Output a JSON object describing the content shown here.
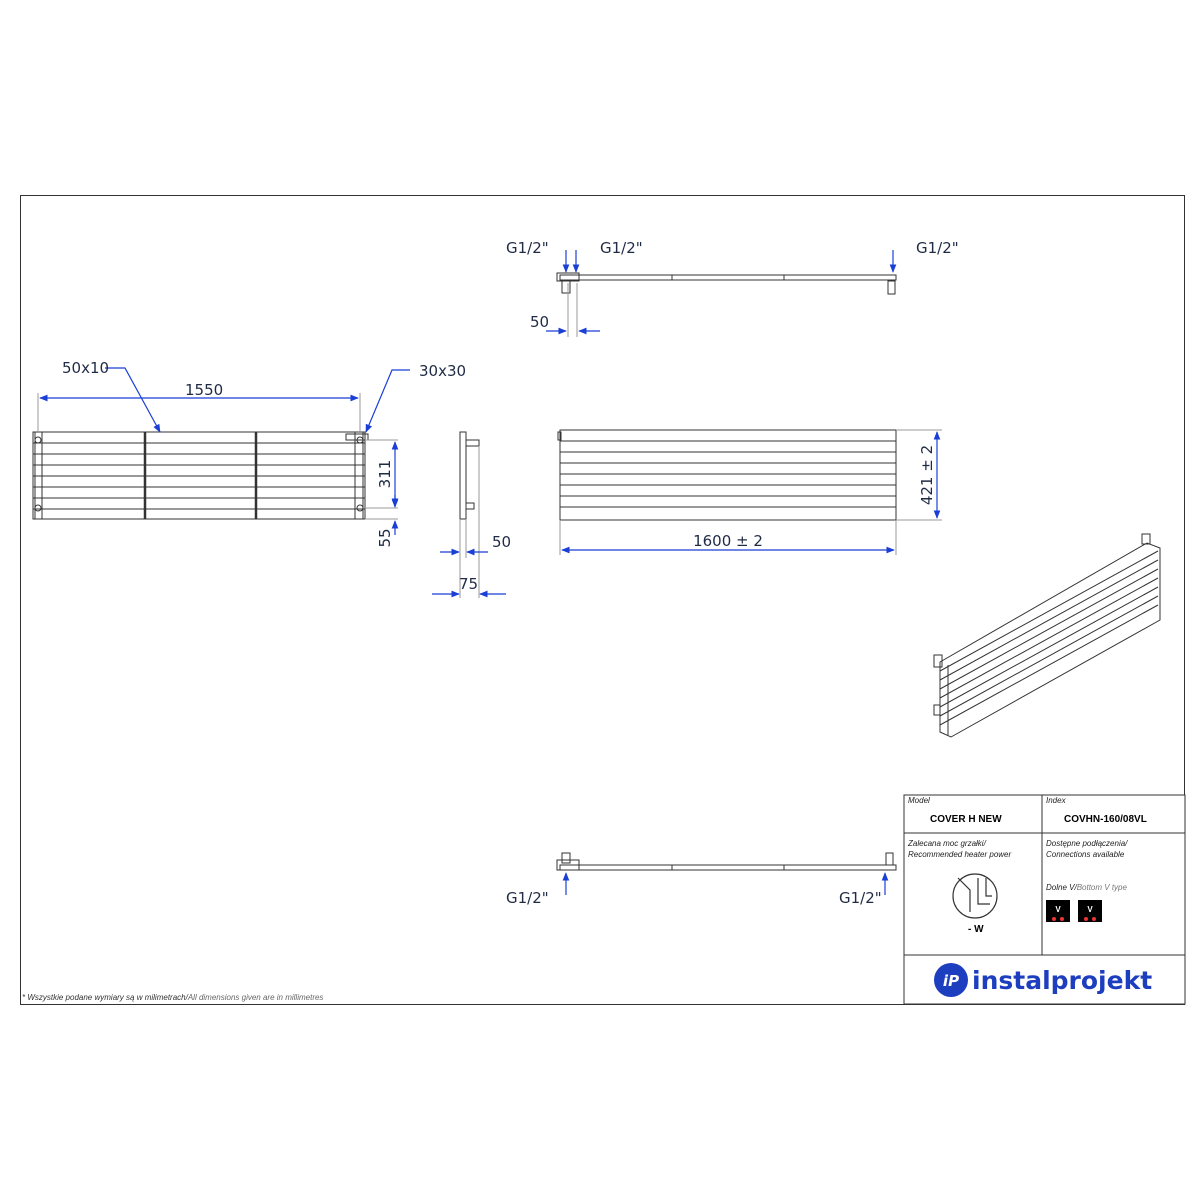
{
  "dimensions": {
    "connection_top_left_1": "G1/2\"",
    "connection_top_left_2": "G1/2\"",
    "connection_top_right": "G1/2\"",
    "top_offset": "50",
    "bar_profile": "50x10",
    "pipe_profile": "30x30",
    "mount_spacing": "1550",
    "mount_height": "311",
    "mount_bottom": "55",
    "side_depth_1": "50",
    "side_depth_2": "75",
    "height": "421",
    "height_tol": "± 2",
    "length": "1600",
    "length_tol": "± 2",
    "connection_bottom_left": "G1/2\"",
    "connection_bottom_right": "G1/2\""
  },
  "title_block": {
    "model_label": "Model",
    "model_value": "COVER H NEW",
    "index_label": "Index",
    "index_value": "COVHN-160/08VL",
    "heater_label_pl": "Zalecana moc grzałki/",
    "heater_label_en": "Recommended heater power",
    "heater_value": "- W",
    "connections_label_pl": "Dostępne podłączenia/",
    "connections_label_en": "Connections available",
    "connection_type_pl": "Dolne V/",
    "connection_type_en": "Bottom V type",
    "badge_1": "V",
    "badge_2": "V",
    "logo_mark": "iP",
    "logo_text": "instalprojekt"
  },
  "footnote": {
    "pl": "* Wszystkie podane wymiary są w milimetrach/",
    "en": "All dimensions given are in millimetres"
  },
  "colors": {
    "dimension": "#1f2a44",
    "arrow": "#1a3fd6",
    "line": "#333333",
    "brand": "#1d3fbf"
  }
}
